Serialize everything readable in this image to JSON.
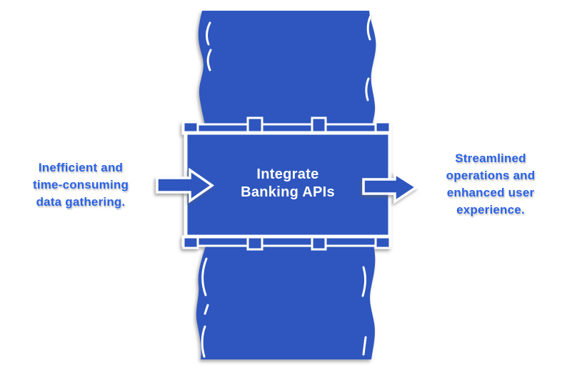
{
  "colors": {
    "background": "#FFFFFF",
    "illustration_blue": "#2E57BE",
    "caption_blue": "#2A62E6",
    "outline_white": "#FFFFFF",
    "bridge_label_white": "#FFFFFF"
  },
  "left_caption": {
    "lines": [
      "Inefficient and",
      "time-consuming",
      "data gathering."
    ]
  },
  "bridge": {
    "label_lines": [
      "Integrate",
      "Banking APIs"
    ]
  },
  "right_caption": {
    "lines": [
      "Streamlined",
      "operations and",
      "enhanced user",
      "experience."
    ]
  },
  "icons": {
    "left_arrow": "arrow-right-icon",
    "right_arrow": "arrow-right-icon",
    "river": "river-shape",
    "bridge": "bridge-shape"
  }
}
